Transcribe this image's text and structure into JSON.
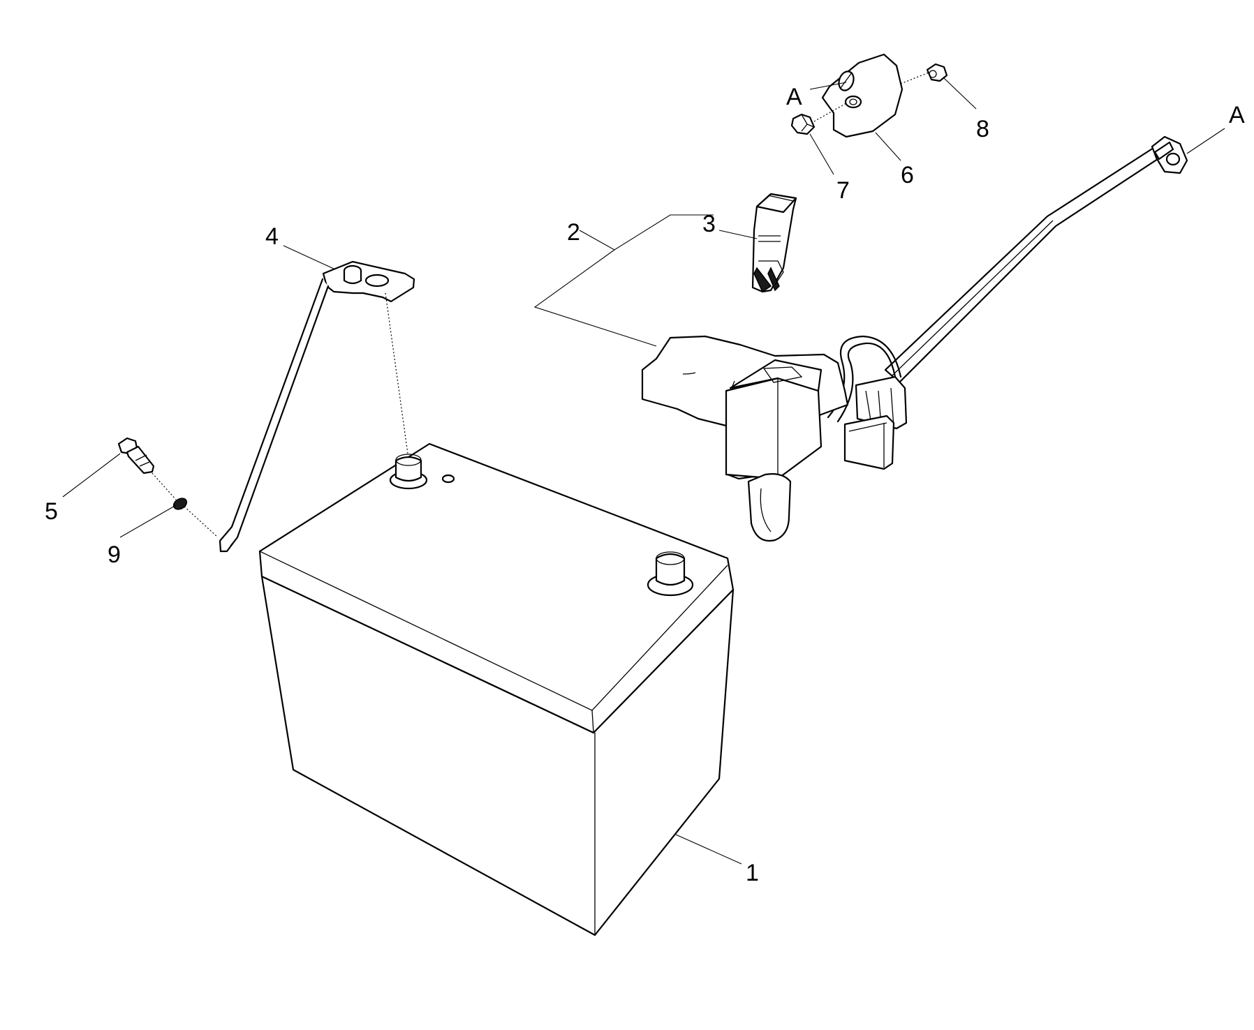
{
  "callouts": {
    "c1": "1",
    "c2": "2",
    "c3": "3",
    "c4": "4",
    "c5": "5",
    "c6": "6",
    "c7": "7",
    "c8": "8",
    "c9": "9",
    "ref_a_left": "A",
    "ref_a_right": "A"
  },
  "colors": {
    "line": "#000000",
    "background": "#ffffff"
  }
}
